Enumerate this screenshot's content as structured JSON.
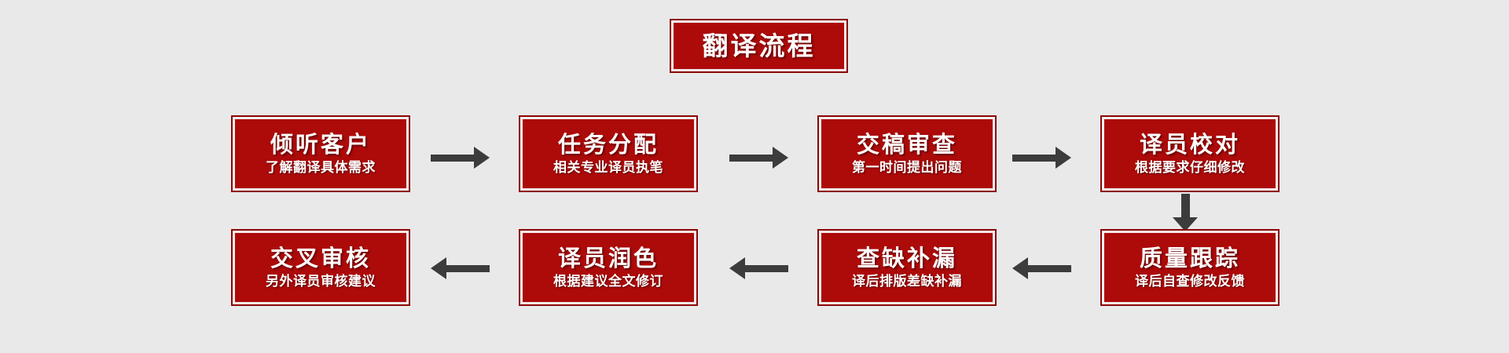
{
  "diagram": {
    "title": "翻译流程",
    "background_color": "#e9e9e9",
    "box_fill_color": "#ad0a0a",
    "box_border_color": "#8d0505",
    "arrow_color": "#3c3c3c",
    "text_color": "#ffffff",
    "steps": [
      {
        "index": 1,
        "heading": "倾听客户",
        "subtitle": "了解翻译具体需求",
        "row": 1,
        "column": 1
      },
      {
        "index": 2,
        "heading": "任务分配",
        "subtitle": "相关专业译员执笔",
        "row": 1,
        "column": 2
      },
      {
        "index": 3,
        "heading": "交稿审查",
        "subtitle": "第一时间提出问题",
        "row": 1,
        "column": 3
      },
      {
        "index": 4,
        "heading": "译员校对",
        "subtitle": "根据要求仔细修改",
        "row": 1,
        "column": 4
      },
      {
        "index": 5,
        "heading": "质量跟踪",
        "subtitle": "译后自查修改反馈",
        "row": 2,
        "column": 4
      },
      {
        "index": 6,
        "heading": "查缺补漏",
        "subtitle": "译后排版差缺补漏",
        "row": 2,
        "column": 3
      },
      {
        "index": 7,
        "heading": "译员润色",
        "subtitle": "根据建议全文修订",
        "row": 2,
        "column": 2
      },
      {
        "index": 8,
        "heading": "交叉审核",
        "subtitle": "另外译员审核建议",
        "row": 2,
        "column": 1
      }
    ],
    "connectors": [
      {
        "name": "arrow-step1-to-step2",
        "direction": "right"
      },
      {
        "name": "arrow-step2-to-step3",
        "direction": "right"
      },
      {
        "name": "arrow-step3-to-step4",
        "direction": "right"
      },
      {
        "name": "arrow-step4-to-step5",
        "direction": "down"
      },
      {
        "name": "arrow-step5-to-step6",
        "direction": "left"
      },
      {
        "name": "arrow-step6-to-step7",
        "direction": "left"
      },
      {
        "name": "arrow-step7-to-step8",
        "direction": "left"
      }
    ]
  }
}
